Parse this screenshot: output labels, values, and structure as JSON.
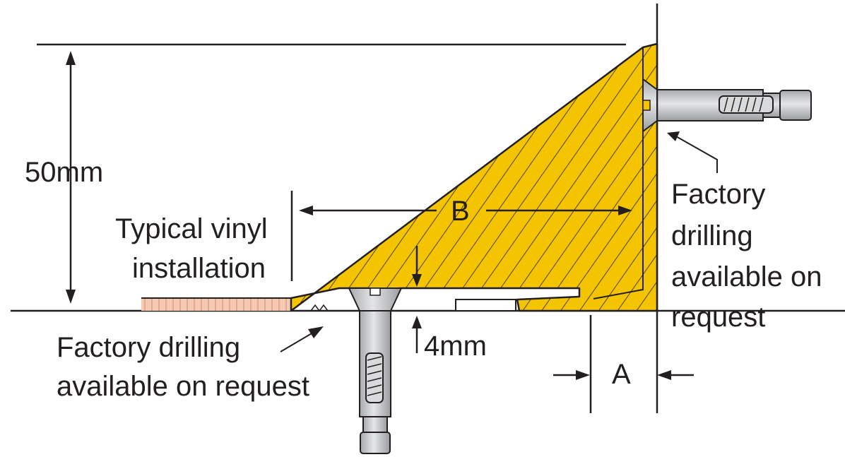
{
  "labels": {
    "height": "50mm",
    "thickness": "4mm",
    "dim_a": "A",
    "dim_b": "B",
    "vinyl_line1": "Typical vinyl",
    "vinyl_line2": "installation",
    "drill_floor_line1": "Factory drilling",
    "drill_floor_line2": "available on request",
    "drill_wall_line1": "Factory",
    "drill_wall_line2": "drilling",
    "drill_wall_line3": "available on",
    "drill_wall_line4": "request"
  },
  "colors": {
    "profile": "#f5c400",
    "vinyl": "#f6c9b3",
    "anchor": "#c9cbcd",
    "line": "#231f20"
  }
}
